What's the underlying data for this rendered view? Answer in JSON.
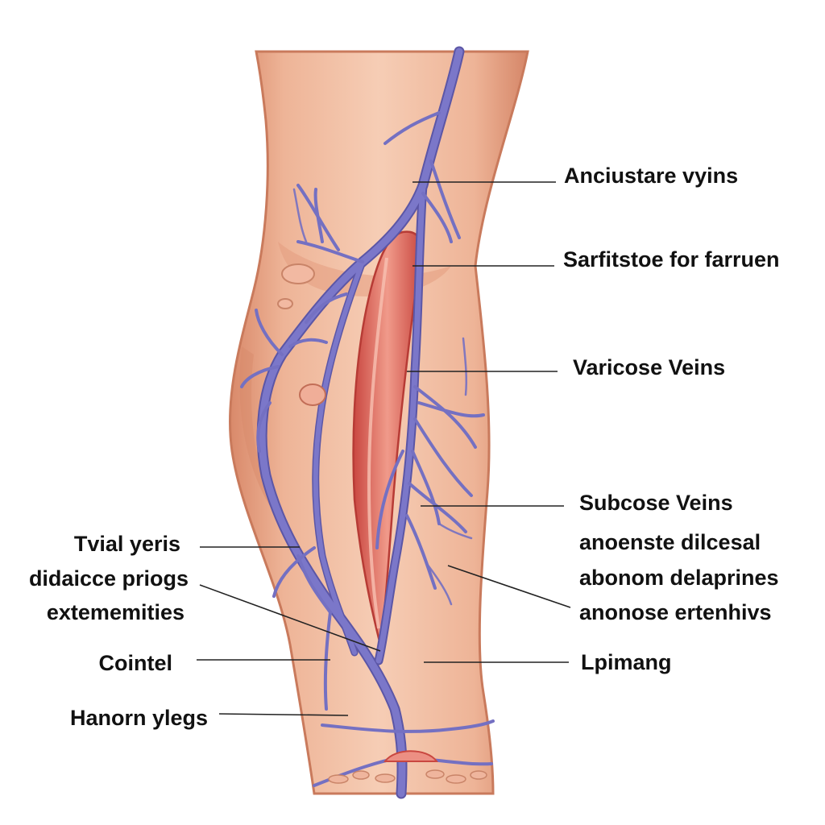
{
  "labels_right": [
    {
      "id": "anciustare",
      "text": "Anciustare vyins"
    },
    {
      "id": "sarfitstoe",
      "text": "Sarfitstoe for farruen"
    },
    {
      "id": "varicose",
      "text": "Varicose Veins"
    },
    {
      "id": "subcose",
      "text": "Subcose Veins"
    },
    {
      "id": "anoenste",
      "text": "anoenste dilcesal"
    },
    {
      "id": "abonom",
      "text": "abonom delaprines"
    },
    {
      "id": "anonose",
      "text": "anonose ertenhivs"
    },
    {
      "id": "lpimang",
      "text": "Lpimang"
    }
  ],
  "labels_left": [
    {
      "id": "tvial",
      "text": "Tvial yeris"
    },
    {
      "id": "didaicce",
      "text": "didaicce priogs"
    },
    {
      "id": "extememities",
      "text": "extememities"
    },
    {
      "id": "cointel",
      "text": "Cointel"
    },
    {
      "id": "hanorn",
      "text": "Hanorn ylegs"
    }
  ],
  "colors": {
    "skin_light": "#f3c7ad",
    "skin_mid": "#e6a486",
    "skin_dark": "#c97a5c",
    "vein": "#7b77c9",
    "vein_outline": "#5b56a6",
    "artery": "#e8786a",
    "artery_dark": "#c9453f",
    "leader_line": "#222222"
  }
}
